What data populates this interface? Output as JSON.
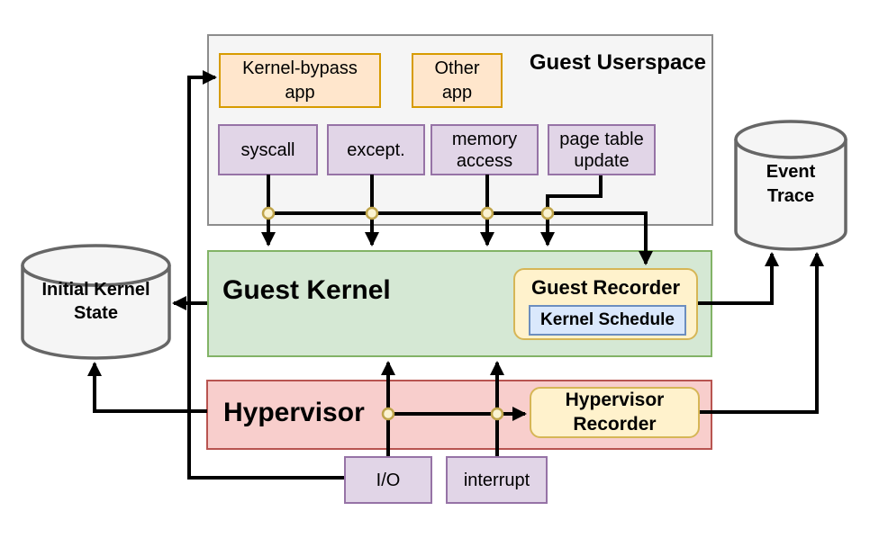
{
  "figure_type": "system-architecture-diagram",
  "colors": {
    "line": "#000000",
    "userspace_fill": "#f5f5f5",
    "userspace_stroke": "#8c8c8c",
    "app_fill": "#ffe6cc",
    "app_stroke": "#d79b00",
    "event_fill": "#e1d5e7",
    "event_stroke": "#9673a6",
    "kernel_fill": "#d5e8d4",
    "kernel_stroke": "#82b366",
    "hypervisor_fill": "#f8cecc",
    "hypervisor_stroke": "#b85450",
    "recorder_fill": "#fff2cc",
    "recorder_stroke": "#d6b656",
    "schedule_fill": "#dae8fc",
    "schedule_stroke": "#6c8ebf",
    "datastore_fill": "#f5f5f5",
    "datastore_stroke": "#666666",
    "junction_fill": "#fbf3d1",
    "junction_stroke": "#bfa44a"
  },
  "nodes": {
    "guest_userspace": {
      "label": "Guest Userspace"
    },
    "kernel_bypass_app": {
      "label": "Kernel-bypass app"
    },
    "other_app": {
      "label": "Other app"
    },
    "events": [
      {
        "label": "syscall"
      },
      {
        "label": "except."
      },
      {
        "label": "memory access"
      },
      {
        "label": "page table update"
      }
    ],
    "guest_kernel": {
      "label": "Guest Kernel"
    },
    "guest_recorder": {
      "label": "Guest Recorder"
    },
    "kernel_schedule": {
      "label": "Kernel Schedule"
    },
    "hypervisor": {
      "label": "Hypervisor"
    },
    "hypervisor_recorder": {
      "label": "Hypervisor Recorder"
    },
    "io": {
      "label": "I/O"
    },
    "interrupt": {
      "label": "interrupt"
    },
    "initial_kernel_state": {
      "label": "Initial Kernel State"
    },
    "event_trace": {
      "label": "Event Trace"
    }
  },
  "edges": [
    {
      "from": "syscall",
      "to": "guest_kernel"
    },
    {
      "from": "except.",
      "to": "guest_kernel"
    },
    {
      "from": "memory access",
      "to": "guest_kernel"
    },
    {
      "from": "page table update",
      "to": "guest_kernel"
    },
    {
      "from": "userspace event bus",
      "to": "guest_recorder"
    },
    {
      "from": "guest_kernel",
      "to": "initial_kernel_state"
    },
    {
      "from": "hypervisor",
      "to": "initial_kernel_state"
    },
    {
      "from": "io",
      "to": "guest_kernel"
    },
    {
      "from": "interrupt",
      "to": "guest_kernel"
    },
    {
      "from": "io + interrupt",
      "to": "hypervisor_recorder"
    },
    {
      "from": "io",
      "to": "kernel_bypass_app"
    },
    {
      "from": "guest_recorder",
      "to": "event_trace"
    },
    {
      "from": "hypervisor_recorder",
      "to": "event_trace"
    }
  ]
}
